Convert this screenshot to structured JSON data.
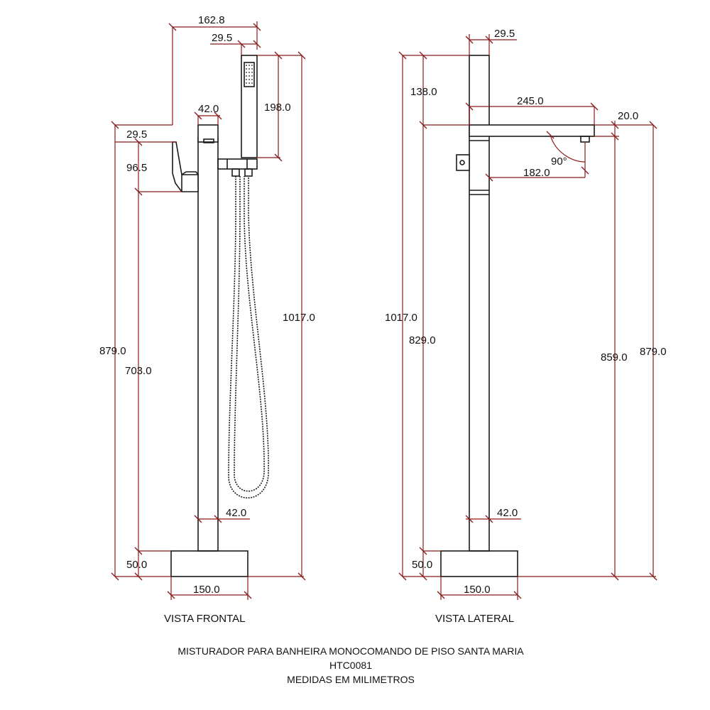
{
  "front": {
    "view_label": "VISTA FRONTAL",
    "dims": {
      "d_162_8": "162.8",
      "d_29_5_top": "29.5",
      "d_42_top": "42.0",
      "d_198": "198.0",
      "d_29_5_left": "29.5",
      "d_96_5": "96.5",
      "d_1017": "1017.0",
      "d_879": "879.0",
      "d_703": "703.0",
      "d_42_bottom": "42.0",
      "d_50": "50.0",
      "d_150": "150.0"
    }
  },
  "side": {
    "view_label": "VISTA LATERAL",
    "dims": {
      "d_29_5": "29.5",
      "d_138": "138.0",
      "d_245": "245.0",
      "d_20": "20.0",
      "d_90deg": "90°",
      "d_182": "182.0",
      "d_1017": "1017.0",
      "d_829": "829.0",
      "d_859": "859.0",
      "d_879": "879.0",
      "d_42": "42.0",
      "d_50": "50.0",
      "d_150": "150.0"
    }
  },
  "caption": {
    "line1": "MISTURADOR PARA BANHEIRA MONOCOMANDO DE PISO SANTA MARIA",
    "line2": "HTC0081",
    "line3": "MEDIDAS EM MILIMETROS"
  },
  "colors": {
    "dimension_line": "#8b1a1a",
    "part_outline": "#1a1a1a"
  }
}
